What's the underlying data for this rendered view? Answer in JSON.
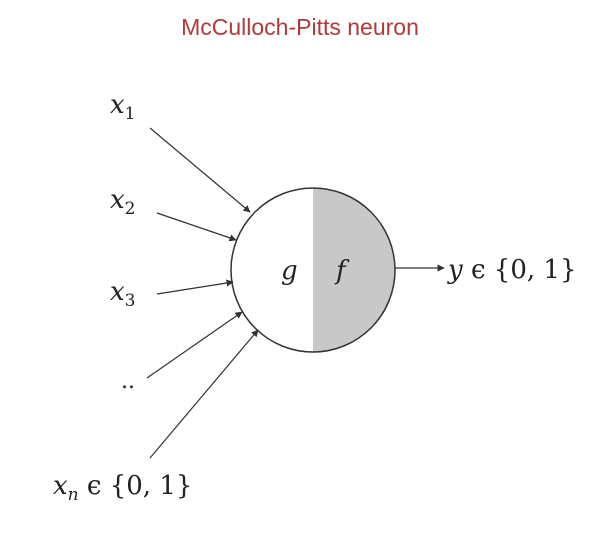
{
  "title": "McCulloch-Pitts neuron",
  "inputs": [
    {
      "symbol": "x",
      "subscript": "1",
      "suffix": ""
    },
    {
      "symbol": "x",
      "subscript": "2",
      "suffix": ""
    },
    {
      "symbol": "x",
      "subscript": "3",
      "suffix": ""
    },
    {
      "symbol": "..",
      "subscript": "",
      "suffix": ""
    },
    {
      "symbol": "x",
      "subscript": "n",
      "suffix": " ϵ {0, 1}"
    }
  ],
  "aggregator_label": "g",
  "activation_label": "f",
  "output": {
    "symbol": "y",
    "suffix": " ϵ {0, 1}"
  },
  "colors": {
    "title": "#b03a3a",
    "activation_fill": "#c8c8c8",
    "stroke": "#333333"
  }
}
